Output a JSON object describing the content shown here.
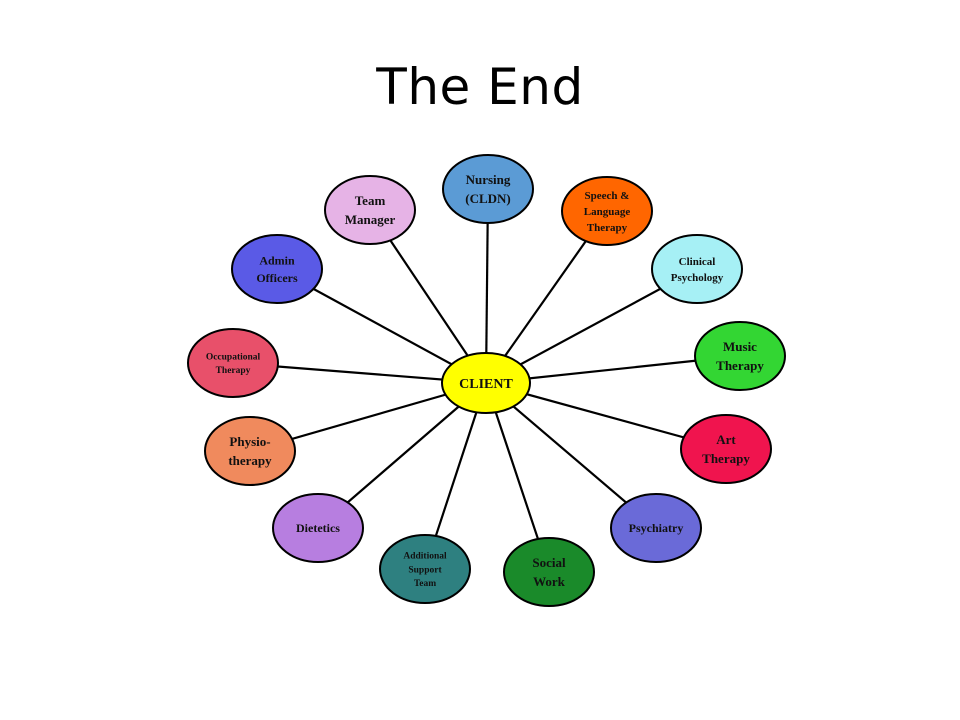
{
  "title": "The End",
  "diagram": {
    "center": {
      "label": [
        "CLIENT"
      ],
      "color": "#ffff00"
    },
    "nodes": [
      {
        "id": "nursing",
        "label": [
          "Nursing",
          "(CLDN)"
        ],
        "color": "#5b9bd5"
      },
      {
        "id": "speech-language-therapy",
        "label": [
          "Speech &",
          "Language",
          "Therapy"
        ],
        "color": "#ff6600"
      },
      {
        "id": "clinical-psychology",
        "label": [
          "Clinical",
          "Psychology"
        ],
        "color": "#a6f0f5"
      },
      {
        "id": "music-therapy",
        "label": [
          "Music",
          "Therapy"
        ],
        "color": "#33d633"
      },
      {
        "id": "art-therapy",
        "label": [
          "Art",
          "Therapy"
        ],
        "color": "#f0144e"
      },
      {
        "id": "psychiatry",
        "label": [
          "Psychiatry"
        ],
        "color": "#6a6ad8"
      },
      {
        "id": "social-work",
        "label": [
          "Social",
          "Work"
        ],
        "color": "#1a8a2a"
      },
      {
        "id": "additional-support-team",
        "label": [
          "Additional",
          "Support",
          "Team"
        ],
        "color": "#2e8080"
      },
      {
        "id": "dietetics",
        "label": [
          "Dietetics"
        ],
        "color": "#b77ee0"
      },
      {
        "id": "physiotherapy",
        "label": [
          "Physio-",
          "therapy"
        ],
        "color": "#f08a5d"
      },
      {
        "id": "occupational-therapy",
        "label": [
          "Occupational",
          "Therapy"
        ],
        "color": "#e8506a"
      },
      {
        "id": "admin-officers",
        "label": [
          "Admin",
          "Officers"
        ],
        "color": "#5a5ae6"
      },
      {
        "id": "team-manager",
        "label": [
          "Team",
          "Manager"
        ],
        "color": "#e6b3e6"
      }
    ]
  }
}
